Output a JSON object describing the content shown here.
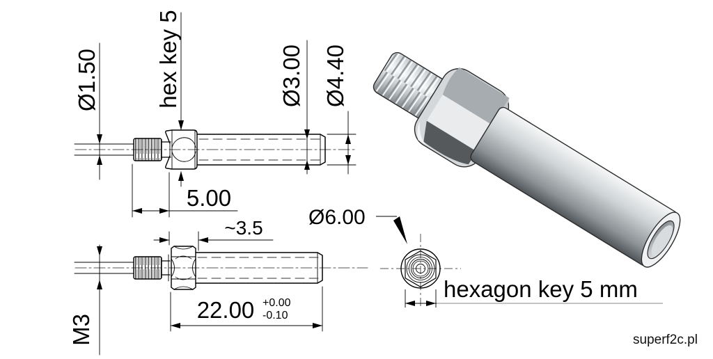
{
  "drawing": {
    "part": "hex-adapter-tube",
    "colors": {
      "background": "#ffffff",
      "line": "#000000",
      "centerline": "#555555",
      "metal_light": "#f2f4f5",
      "metal_mid": "#aab0b4",
      "metal_dark": "#55595c"
    },
    "side_view_top": {
      "dims": {
        "bore_dia": "Ø1.50",
        "hex_flats": "hex key 5",
        "inner_dia": "Ø3.00",
        "outer_dia": "Ø4.40",
        "thread_len": "5.00"
      }
    },
    "side_view_bottom": {
      "dims": {
        "thread": "M3",
        "hex_len": "~3.5",
        "body_len": "22.00",
        "tol_upper": "+0.00",
        "tol_lower": "-0.10"
      }
    },
    "end_view": {
      "dims": {
        "outer_dia": "Ø6.00",
        "across_flats": "hexagon key 5 mm"
      }
    },
    "watermark": "superf2c.pl"
  }
}
